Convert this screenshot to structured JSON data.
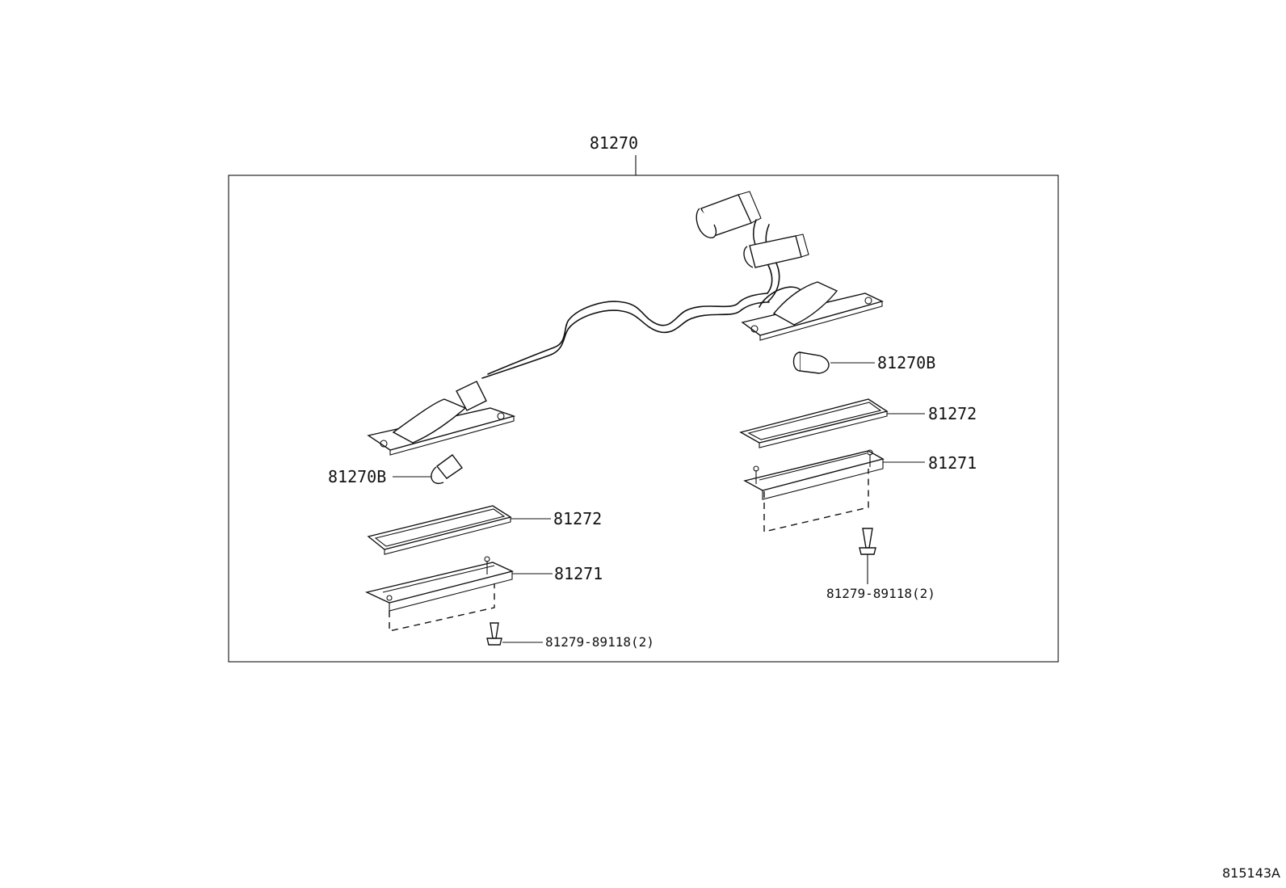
{
  "diagram": {
    "assembly_part": "81270",
    "figure_id": "815143A",
    "parts": {
      "bulb_right": "81270B",
      "bulb_left": "81270B",
      "lens_right": "81272",
      "lens_left": "81272",
      "housing_right": "81271",
      "housing_left": "81271",
      "screw_right": "81279-89118(2)",
      "screw_left": "81279-89118(2)"
    }
  }
}
